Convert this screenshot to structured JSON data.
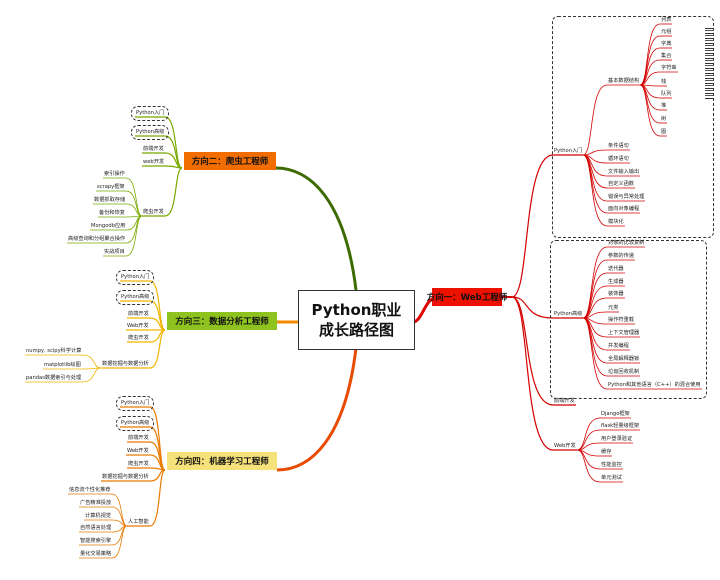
{
  "title": {
    "line1": "Python职业",
    "line2": "成长路径图"
  },
  "colors": {
    "web": "#ee1100",
    "spider": "#f26d00",
    "data": "#8ec21f",
    "ml": "#f6e27a"
  },
  "branches": [
    {
      "label": "方向一：Web工程师",
      "children": [
        {
          "label": "Python入门",
          "children": [
            {
              "label": "基本数据结构",
              "children": [
                {
                  "label": "列表"
                },
                {
                  "label": "元组"
                },
                {
                  "label": "字典"
                },
                {
                  "label": "集合"
                },
                {
                  "label": "字符串"
                },
                {
                  "label": "栈"
                },
                {
                  "label": "队列"
                },
                {
                  "label": "堆"
                },
                {
                  "label": "树"
                },
                {
                  "label": "图"
                }
              ]
            },
            {
              "label": "条件语句"
            },
            {
              "label": "循环语句"
            },
            {
              "label": "文件输入输出"
            },
            {
              "label": "自定义函数"
            },
            {
              "label": "错误与异常处理"
            },
            {
              "label": "面向对象编程"
            },
            {
              "label": "模块化"
            }
          ]
        },
        {
          "label": "Python高级",
          "children": [
            {
              "label": "对象的比较复制"
            },
            {
              "label": "参数的传递"
            },
            {
              "label": "迭代器"
            },
            {
              "label": "生成器"
            },
            {
              "label": "装饰器"
            },
            {
              "label": "元类"
            },
            {
              "label": "操作符重载"
            },
            {
              "label": "上下文管理器"
            },
            {
              "label": "并发编程"
            },
            {
              "label": "全局解释器锁"
            },
            {
              "label": "垃圾回收机制"
            },
            {
              "label": "Python和其他语言（C++）的混合使用"
            }
          ]
        },
        {
          "label": "前端开发"
        },
        {
          "label": "Web开发",
          "children": [
            {
              "label": "Django框架"
            },
            {
              "label": "flask轻量级框架"
            },
            {
              "label": "用户登录验证"
            },
            {
              "label": "缓存"
            },
            {
              "label": "性能监控"
            },
            {
              "label": "单元测试"
            }
          ]
        }
      ]
    },
    {
      "label": "方向二：爬虫工程师",
      "children": [
        {
          "label": "Python入门"
        },
        {
          "label": "Python高级"
        },
        {
          "label": "前端开发"
        },
        {
          "label": "web开发"
        },
        {
          "label": "爬虫开发",
          "children": [
            {
              "label": "索引操作"
            },
            {
              "label": "scrapy框架"
            },
            {
              "label": "数据抓取存储"
            },
            {
              "label": "备份和恢复"
            },
            {
              "label": "Mongodb应用"
            },
            {
              "label": "高级查询和分组聚合操作"
            },
            {
              "label": "实战项目"
            }
          ]
        }
      ]
    },
    {
      "label": "方向三：数据分析工程师",
      "children": [
        {
          "label": "Python入门"
        },
        {
          "label": "Python高级"
        },
        {
          "label": "前端开发"
        },
        {
          "label": "Web开发"
        },
        {
          "label": "爬虫开发"
        },
        {
          "label": "数据挖掘与数据分析",
          "children": [
            {
              "label": "numpy, scipy科学计算"
            },
            {
              "label": "matplotlib绘图"
            },
            {
              "label": "pandas数据索引与处理"
            }
          ]
        }
      ]
    },
    {
      "label": "方向四：机器学习工程师",
      "children": [
        {
          "label": "Python入门"
        },
        {
          "label": "Python高级"
        },
        {
          "label": "前端开发"
        },
        {
          "label": "Web开发"
        },
        {
          "label": "爬虫开发"
        },
        {
          "label": "数据挖掘与数据分析"
        },
        {
          "label": "人工智能",
          "children": [
            {
              "label": "信息流个性化推荐"
            },
            {
              "label": "广告精准投放"
            },
            {
              "label": "计算机视觉"
            },
            {
              "label": "自然语言处理"
            },
            {
              "label": "智能搜索引擎"
            },
            {
              "label": "量化交易策略"
            }
          ]
        }
      ]
    }
  ]
}
